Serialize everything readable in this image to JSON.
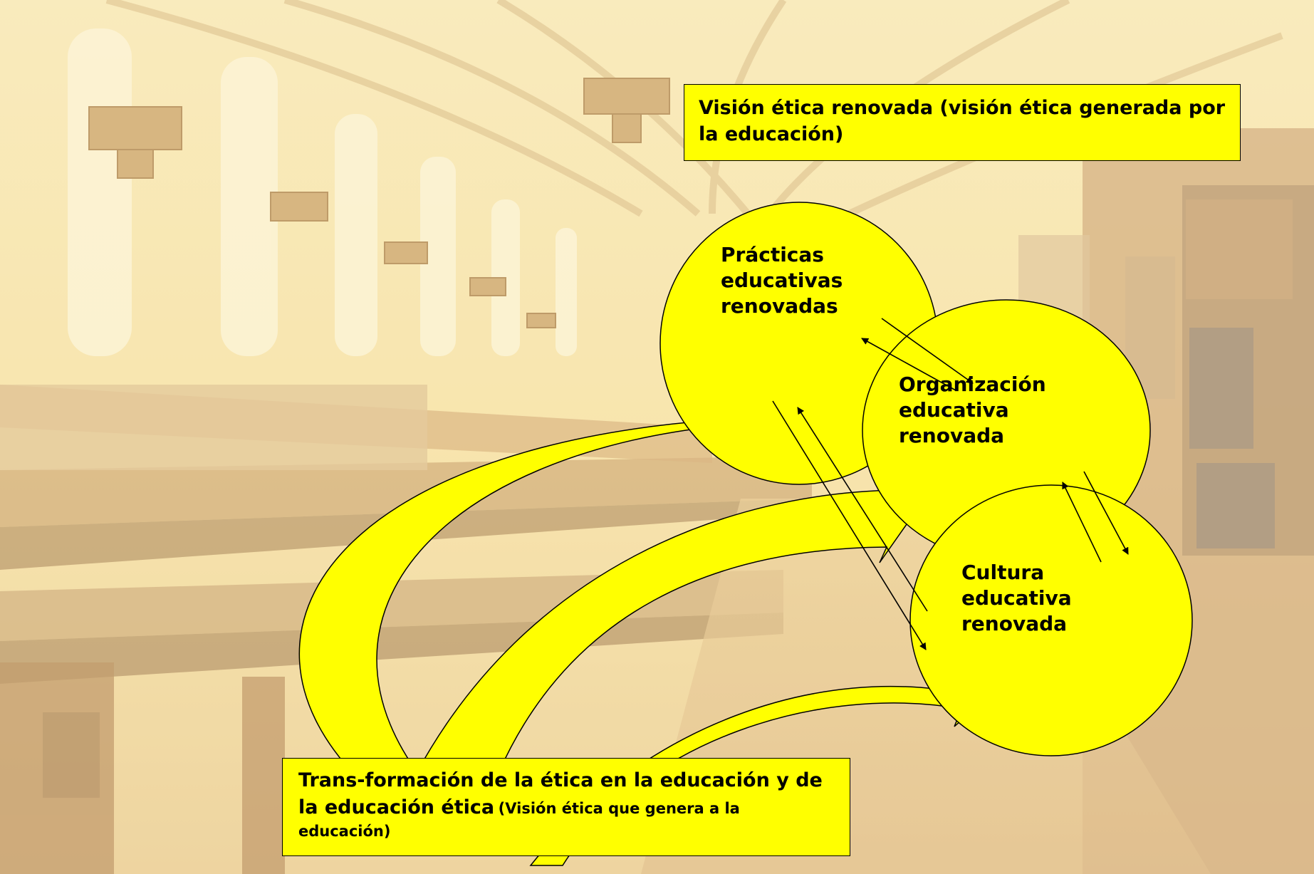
{
  "diagram": {
    "top_box": {
      "text": "Visión ética renovada (visión ética generada por la educación)"
    },
    "bottom_box": {
      "main_text": "Trans-formación de la ética en la educación y de la educación ética",
      "small_text": "(Visión ética que genera a la educación)"
    },
    "circles": [
      {
        "id": "practicas",
        "lines": [
          "Prácticas",
          "educativas",
          "renovadas"
        ]
      },
      {
        "id": "organizacion",
        "lines": [
          "Organización",
          "educativa",
          "renovada"
        ]
      },
      {
        "id": "cultura",
        "lines": [
          "Cultura",
          "educativa",
          "renovada"
        ]
      }
    ]
  },
  "colors": {
    "fill": "#ffff00",
    "stroke": "#000000",
    "background_tint": "#f3d98a"
  }
}
